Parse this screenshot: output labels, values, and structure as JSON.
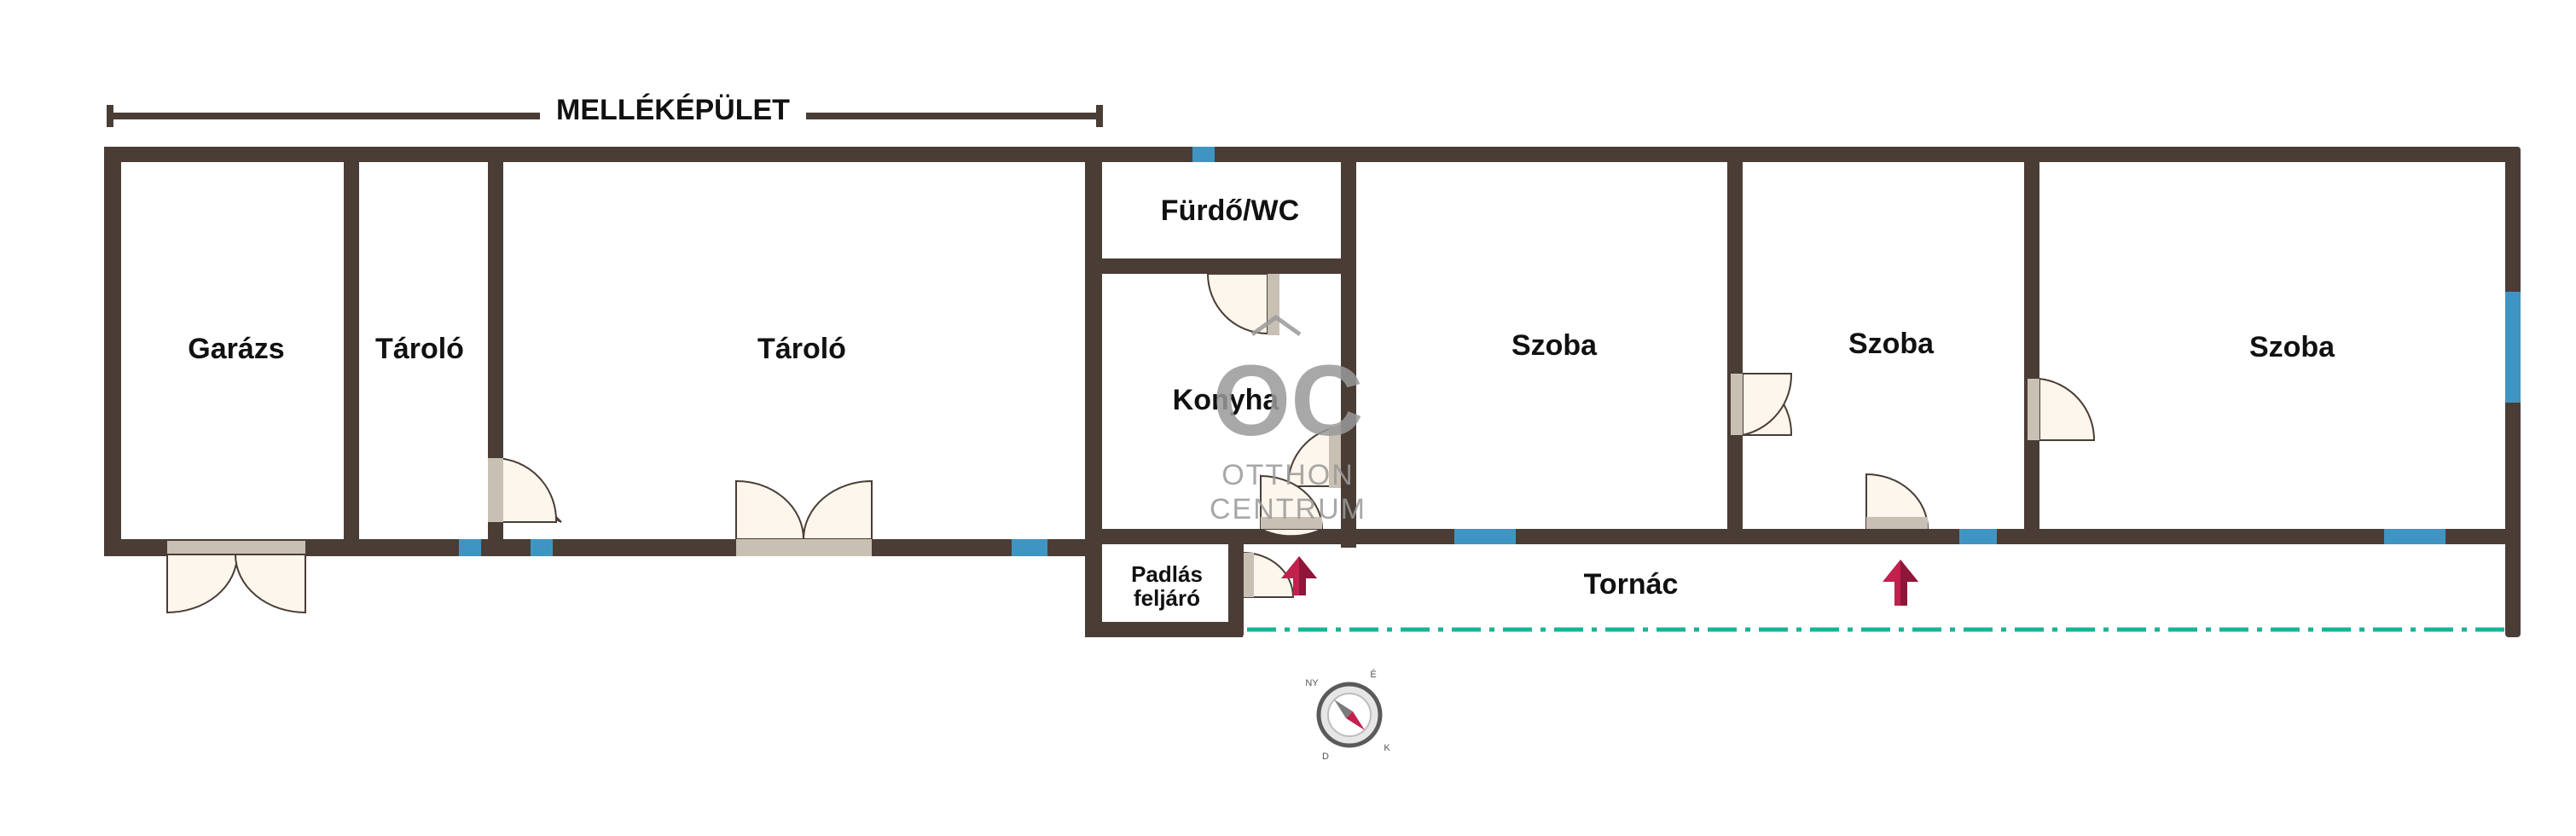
{
  "title": "MELLÉKÉPÜLET",
  "rooms": {
    "garazs": "Garázs",
    "tarolo_small": "Tároló",
    "tarolo_large": "Tároló",
    "furdo": "Fürdő/WC",
    "konyha": "Konyha",
    "padlas_line1": "Padlás",
    "padlas_line2": "feljáró",
    "szoba1": "Szoba",
    "szoba2": "Szoba",
    "szoba3": "Szoba",
    "tornac": "Tornác"
  },
  "watermark": {
    "logo": "OC",
    "line1": "OTTHON",
    "line2": "CENTRUM"
  },
  "compass": {
    "north": "É",
    "south": "D",
    "east": "K",
    "west": "NY"
  },
  "colors": {
    "wall": "#4a3d36",
    "window": "#3f95c1",
    "door_leaf": "#c9c0b4",
    "door_swing": "#fdf6ec",
    "entry_arrow": "#c2204d",
    "terrace_line": "#19b396",
    "watermark": "#9a9a9a"
  },
  "icons": [
    "entry-arrow-icon",
    "compass-icon",
    "otthon-centrum-logo-icon"
  ]
}
